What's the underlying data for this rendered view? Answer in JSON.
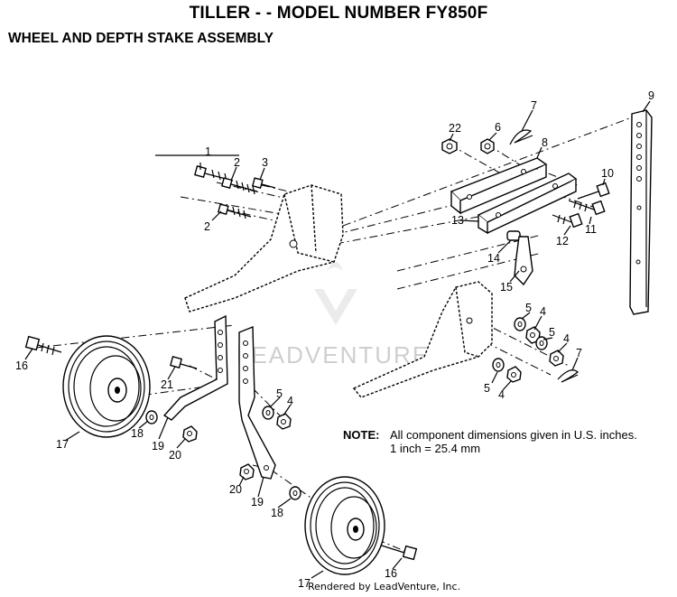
{
  "header": {
    "title": "TILLER - - MODEL NUMBER FY850F",
    "subtitle": "WHEEL AND DEPTH STAKE ASSEMBLY"
  },
  "note": {
    "label": "NOTE:",
    "line1": "All component dimensions given in U.S. inches.",
    "line2": "1 inch = 25.4 mm"
  },
  "watermark": "LEADVENTURE",
  "credit": "Rendered by LeadVenture, Inc.",
  "callouts": {
    "c1": "1",
    "c2a": "2",
    "c2b": "2",
    "c3": "3",
    "c4a": "4",
    "c4b": "4",
    "c4c": "4",
    "c4d": "4",
    "c5a": "5",
    "c5b": "5",
    "c5c": "5",
    "c5d": "5",
    "c6": "6",
    "c7a": "7",
    "c7b": "7",
    "c8": "8",
    "c9": "9",
    "c10": "10",
    "c11": "11",
    "c12": "12",
    "c13": "13",
    "c14": "14",
    "c15": "15",
    "c16a": "16",
    "c16b": "16",
    "c17a": "17",
    "c17b": "17",
    "c18a": "18",
    "c18b": "18",
    "c19a": "19",
    "c19b": "19",
    "c20a": "20",
    "c20b": "20",
    "c21": "21",
    "c22": "22"
  }
}
